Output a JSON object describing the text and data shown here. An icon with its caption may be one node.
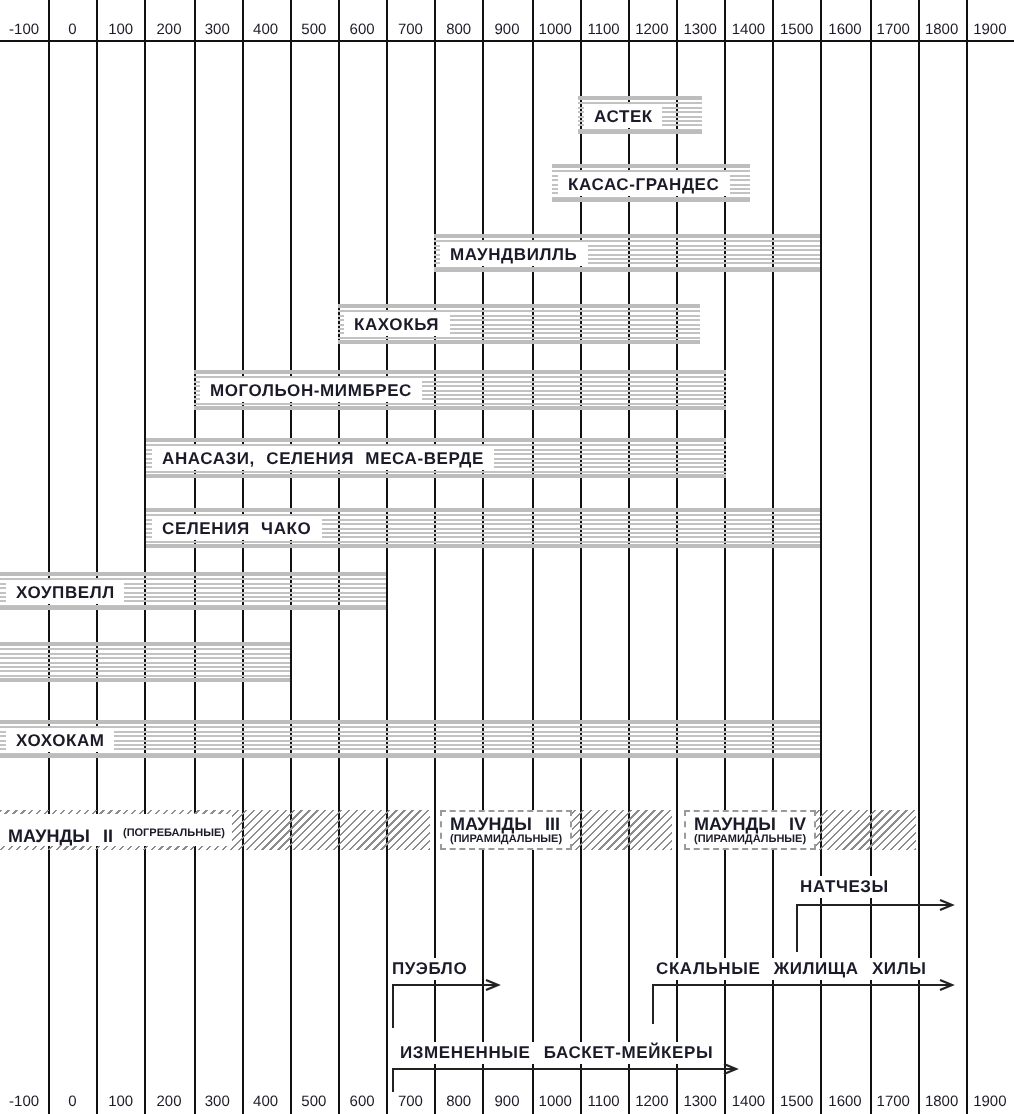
{
  "diagram": {
    "nodes": [
      {
        "text": [
          "АСТЕК"
        ]
      },
      {
        "text": [
          "КАСАС-ГРАНДЕС"
        ]
      },
      {
        "text": [
          "МАУНДВИЛЛЬ"
        ]
      },
      {
        "text": [
          "КАХОКЬЯ"
        ]
      },
      {
        "text": [
          "МОГОЛЬОН-МИМБРЕС"
        ]
      },
      {
        "text": [
          "АНАСАЗИ, СЕЛЕНИЯ МЕСА-ВЕРДЕ"
        ]
      },
      {
        "text": [
          "СЕЛЕНИЯ ЧАКО"
        ]
      },
      {
        "text": [
          "ХОУПВЕЛЛ"
        ]
      },
      {
        "text": [],
        "shape": "bar"
      },
      {
        "text": [
          "ХОХОКАМ"
        ]
      },
      {
        "text": [
          "МАУНДЫ II",
          "(ПОГРЕБАЛЬНЫЕ)"
        ]
      },
      {
        "text": [
          "МАУНДЫ III",
          "(ПИРАМИДАЛЬНЫЕ)"
        ]
      },
      {
        "text": [
          "МАУНДЫ IV",
          "(ПИРАМИДАЛЬНЫЕ)"
        ]
      }
    ],
    "labels": [
      "-100",
      "0",
      "100",
      "200",
      "300",
      "400",
      "500",
      "600",
      "700",
      "800",
      "900",
      "1000",
      "1100",
      "1200",
      "1300",
      "1400",
      "1500",
      "1600",
      "1700",
      "1800",
      "1900",
      "НАТЧЕЗЫ",
      "ПУЭБЛО",
      "СКАЛЬНЫЕ ЖИЛИЩА ХИЛЫ",
      "ИЗМЕНЕННЫЕ БАСКЕТ-МЕЙКЕРЫ",
      "-100",
      "0",
      "100",
      "200",
      "300",
      "400",
      "500",
      "600",
      "700",
      "800",
      "900",
      "1000",
      "1100",
      "1200",
      "1300",
      "1400",
      "1500",
      "1600",
      "1700",
      "1800",
      "1900"
    ]
  }
}
